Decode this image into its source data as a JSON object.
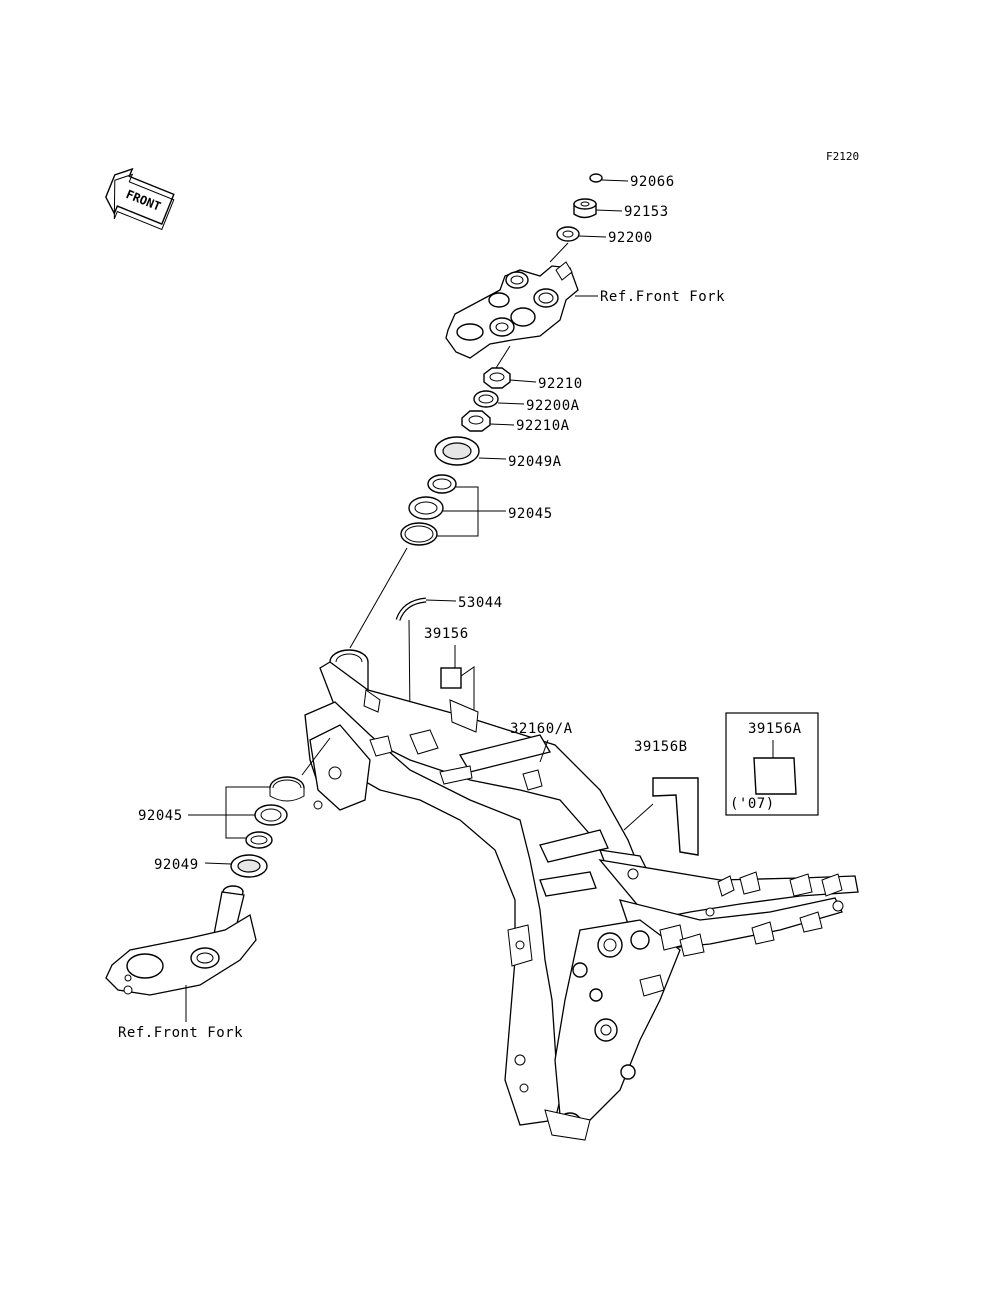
{
  "figure_code": "F2120",
  "front_label": "FRONT",
  "parts": {
    "p92066": "92066",
    "p92153": "92153",
    "p92200": "92200",
    "ref_top": "Ref.Front Fork",
    "p92210": "92210",
    "p92200A": "92200A",
    "p92210A": "92210A",
    "p92049A": "92049A",
    "p92045_top": "92045",
    "p53044": "53044",
    "p39156": "39156",
    "p32160": "32160/A",
    "p39156B": "39156B",
    "p39156A": "39156A",
    "year_note": "('07)",
    "p92045_bottom": "92045",
    "p92049": "92049",
    "ref_bottom": "Ref.Front Fork"
  }
}
